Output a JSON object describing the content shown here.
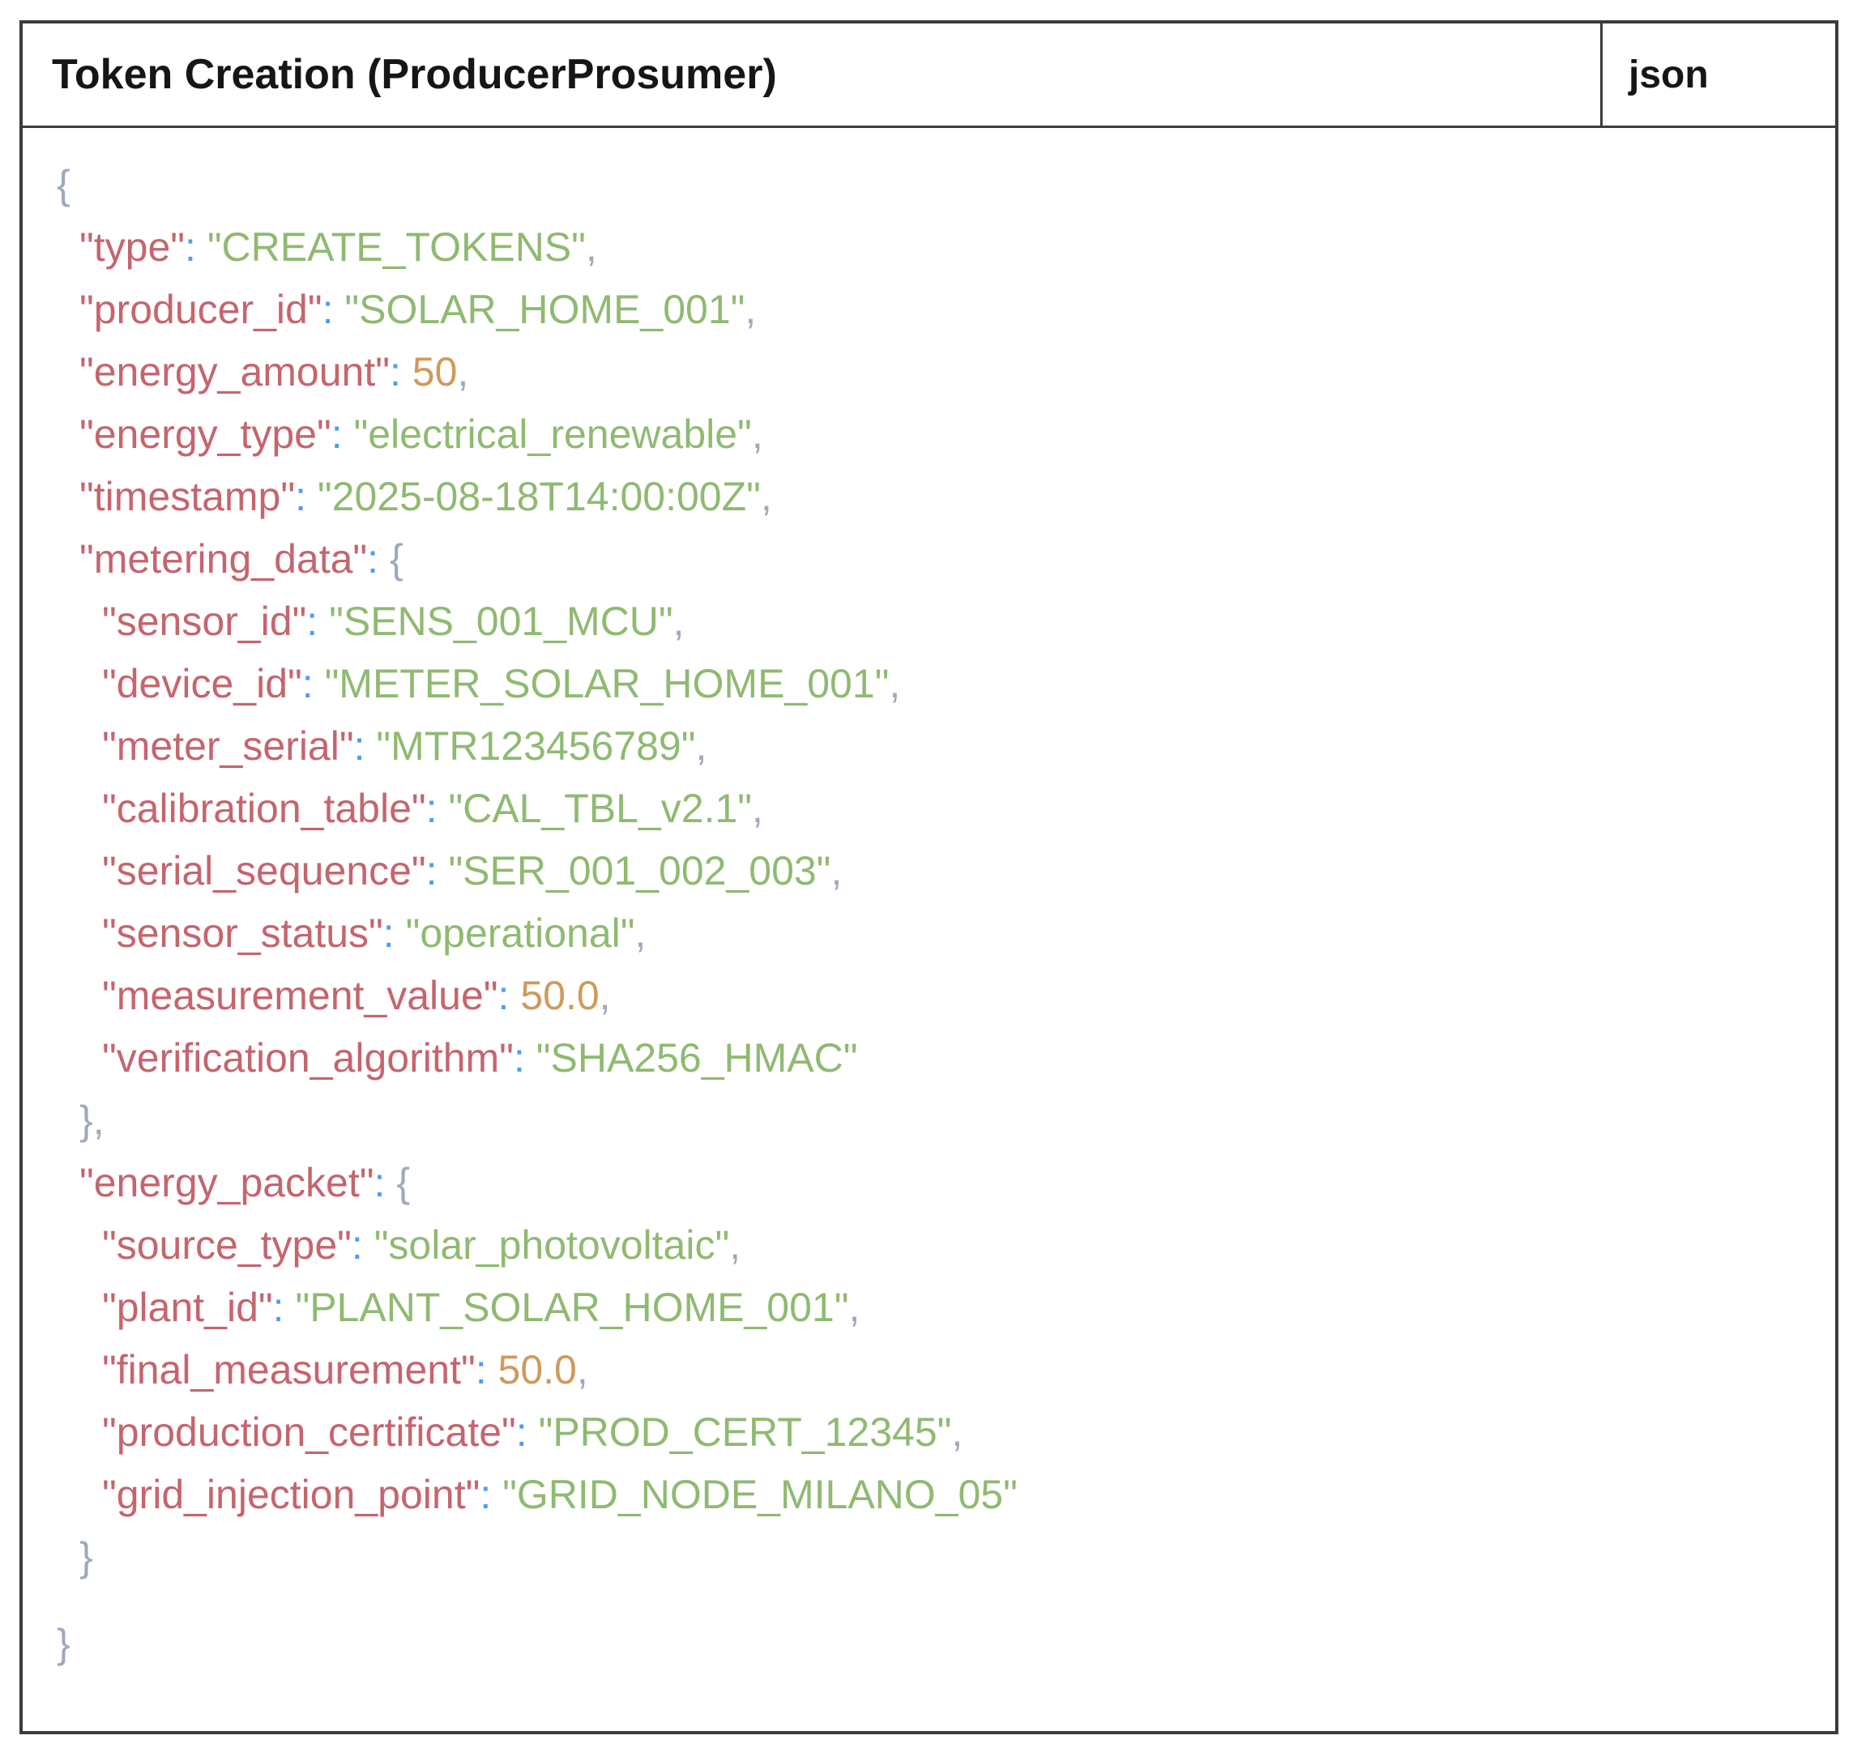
{
  "window": {
    "title": "Token Creation (ProducerProsumer)",
    "language_badge": "json"
  },
  "syntax_colors": {
    "key": "#c5656e",
    "string": "#8fba71",
    "number": "#cf9a5c",
    "colon": "#4f9cf2",
    "punct": "#9fa9bd"
  },
  "code": {
    "lines": [
      {
        "indent": 0,
        "tokens": [
          {
            "kind": "punct",
            "text": "{"
          }
        ]
      },
      {
        "indent": 1,
        "tokens": [
          {
            "kind": "key",
            "text": "\"type\""
          },
          {
            "kind": "colon",
            "text": ": "
          },
          {
            "kind": "string",
            "text": "\"CREATE_TOKENS\""
          },
          {
            "kind": "punct",
            "text": ","
          }
        ]
      },
      {
        "indent": 1,
        "tokens": [
          {
            "kind": "key",
            "text": "\"producer_id\""
          },
          {
            "kind": "colon",
            "text": ": "
          },
          {
            "kind": "string",
            "text": "\"SOLAR_HOME_001\""
          },
          {
            "kind": "punct",
            "text": ","
          }
        ]
      },
      {
        "indent": 1,
        "tokens": [
          {
            "kind": "key",
            "text": "\"energy_amount\""
          },
          {
            "kind": "colon",
            "text": ": "
          },
          {
            "kind": "number",
            "text": "50"
          },
          {
            "kind": "punct",
            "text": ","
          }
        ]
      },
      {
        "indent": 1,
        "tokens": [
          {
            "kind": "key",
            "text": "\"energy_type\""
          },
          {
            "kind": "colon",
            "text": ": "
          },
          {
            "kind": "string",
            "text": "\"electrical_renewable\""
          },
          {
            "kind": "punct",
            "text": ","
          }
        ]
      },
      {
        "indent": 1,
        "tokens": [
          {
            "kind": "key",
            "text": "\"timestamp\""
          },
          {
            "kind": "colon",
            "text": ": "
          },
          {
            "kind": "string",
            "text": "\"2025-08-18T14:00:00Z\""
          },
          {
            "kind": "punct",
            "text": ","
          }
        ]
      },
      {
        "indent": 1,
        "tokens": [
          {
            "kind": "key",
            "text": "\"metering_data\""
          },
          {
            "kind": "colon",
            "text": ": "
          },
          {
            "kind": "punct",
            "text": "{"
          }
        ]
      },
      {
        "indent": 2,
        "tokens": [
          {
            "kind": "key",
            "text": "\"sensor_id\""
          },
          {
            "kind": "colon",
            "text": ": "
          },
          {
            "kind": "string",
            "text": "\"SENS_001_MCU\""
          },
          {
            "kind": "punct",
            "text": ","
          }
        ]
      },
      {
        "indent": 2,
        "tokens": [
          {
            "kind": "key",
            "text": "\"device_id\""
          },
          {
            "kind": "colon",
            "text": ": "
          },
          {
            "kind": "string",
            "text": "\"METER_SOLAR_HOME_001\""
          },
          {
            "kind": "punct",
            "text": ","
          }
        ]
      },
      {
        "indent": 2,
        "tokens": [
          {
            "kind": "key",
            "text": "\"meter_serial\""
          },
          {
            "kind": "colon",
            "text": ": "
          },
          {
            "kind": "string",
            "text": "\"MTR123456789\""
          },
          {
            "kind": "punct",
            "text": ","
          }
        ]
      },
      {
        "indent": 2,
        "tokens": [
          {
            "kind": "key",
            "text": "\"calibration_table\""
          },
          {
            "kind": "colon",
            "text": ": "
          },
          {
            "kind": "string",
            "text": "\"CAL_TBL_v2.1\""
          },
          {
            "kind": "punct",
            "text": ","
          }
        ]
      },
      {
        "indent": 2,
        "tokens": [
          {
            "kind": "key",
            "text": "\"serial_sequence\""
          },
          {
            "kind": "colon",
            "text": ": "
          },
          {
            "kind": "string",
            "text": "\"SER_001_002_003\""
          },
          {
            "kind": "punct",
            "text": ","
          }
        ]
      },
      {
        "indent": 2,
        "tokens": [
          {
            "kind": "key",
            "text": "\"sensor_status\""
          },
          {
            "kind": "colon",
            "text": ": "
          },
          {
            "kind": "string",
            "text": "\"operational\""
          },
          {
            "kind": "punct",
            "text": ","
          }
        ]
      },
      {
        "indent": 2,
        "tokens": [
          {
            "kind": "key",
            "text": "\"measurement_value\""
          },
          {
            "kind": "colon",
            "text": ": "
          },
          {
            "kind": "number",
            "text": "50.0"
          },
          {
            "kind": "punct",
            "text": ","
          }
        ]
      },
      {
        "indent": 2,
        "tokens": [
          {
            "kind": "key",
            "text": "\"verification_algorithm\""
          },
          {
            "kind": "colon",
            "text": ": "
          },
          {
            "kind": "string",
            "text": "\"SHA256_HMAC\""
          }
        ]
      },
      {
        "indent": 1,
        "tokens": [
          {
            "kind": "punct",
            "text": "},"
          }
        ]
      },
      {
        "indent": 1,
        "tokens": [
          {
            "kind": "key",
            "text": "\"energy_packet\""
          },
          {
            "kind": "colon",
            "text": ": "
          },
          {
            "kind": "punct",
            "text": "{"
          }
        ]
      },
      {
        "indent": 2,
        "tokens": [
          {
            "kind": "key",
            "text": "\"source_type\""
          },
          {
            "kind": "colon",
            "text": ": "
          },
          {
            "kind": "string",
            "text": "\"solar_photovoltaic\""
          },
          {
            "kind": "punct",
            "text": ","
          }
        ]
      },
      {
        "indent": 2,
        "tokens": [
          {
            "kind": "key",
            "text": "\"plant_id\""
          },
          {
            "kind": "colon",
            "text": ": "
          },
          {
            "kind": "string",
            "text": "\"PLANT_SOLAR_HOME_001\""
          },
          {
            "kind": "punct",
            "text": ","
          }
        ]
      },
      {
        "indent": 2,
        "tokens": [
          {
            "kind": "key",
            "text": "\"final_measurement\""
          },
          {
            "kind": "colon",
            "text": ": "
          },
          {
            "kind": "number",
            "text": "50.0"
          },
          {
            "kind": "punct",
            "text": ","
          }
        ]
      },
      {
        "indent": 2,
        "tokens": [
          {
            "kind": "key",
            "text": "\"production_certificate\""
          },
          {
            "kind": "colon",
            "text": ": "
          },
          {
            "kind": "string",
            "text": "\"PROD_CERT_12345\""
          },
          {
            "kind": "punct",
            "text": ","
          }
        ]
      },
      {
        "indent": 2,
        "tokens": [
          {
            "kind": "key",
            "text": "\"grid_injection_point\""
          },
          {
            "kind": "colon",
            "text": ": "
          },
          {
            "kind": "string",
            "text": "\"GRID_NODE_MILANO_05\""
          }
        ]
      },
      {
        "indent": 1,
        "tokens": [
          {
            "kind": "punct",
            "text": "}"
          }
        ]
      },
      {
        "indent": 0,
        "tokens": []
      },
      {
        "indent": 0,
        "tokens": [
          {
            "kind": "punct",
            "text": "}"
          }
        ]
      }
    ]
  }
}
